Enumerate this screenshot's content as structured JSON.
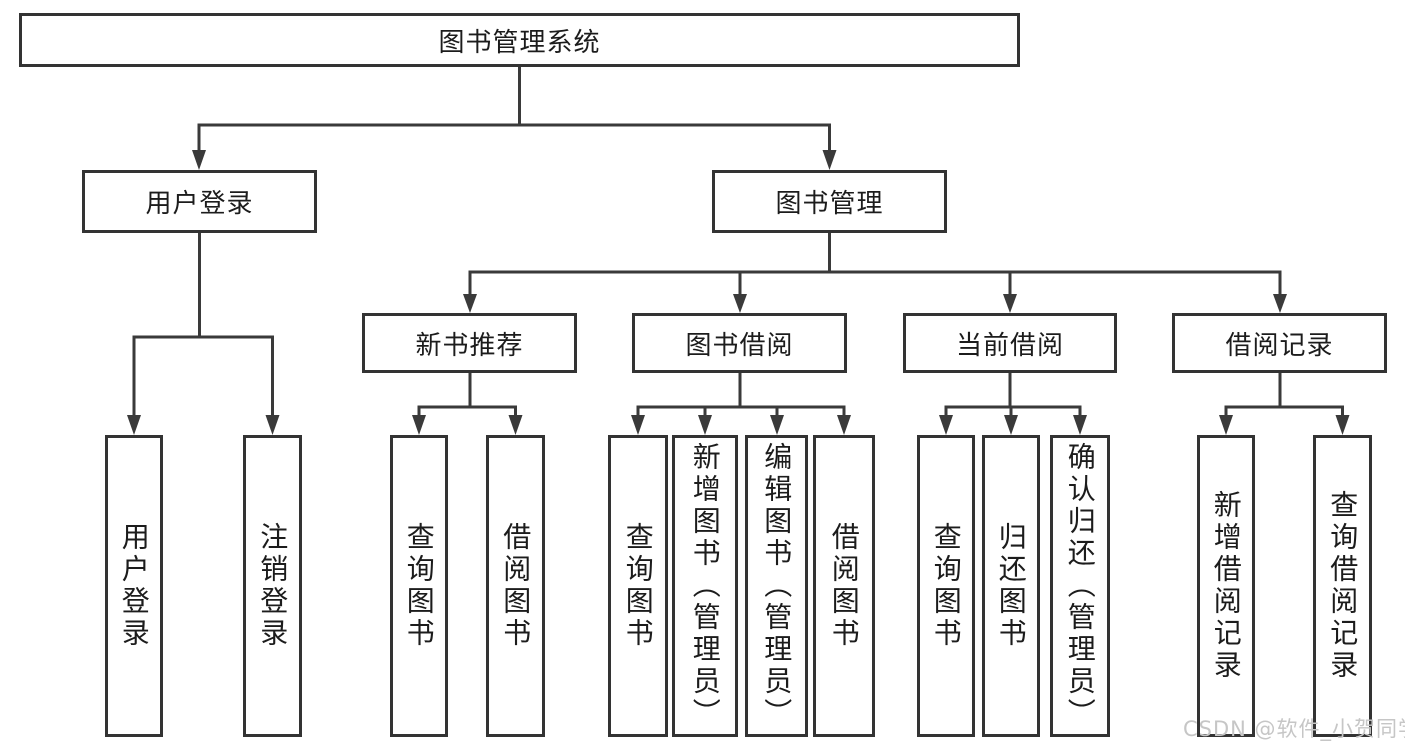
{
  "tree": {
    "label": "图书管理系统",
    "children": [
      {
        "label": "用户登录",
        "children": [
          {
            "label": "用户登录"
          },
          {
            "label": "注销登录"
          }
        ]
      },
      {
        "label": "图书管理",
        "children": [
          {
            "label": "新书推荐",
            "children": [
              {
                "label": "查询图书"
              },
              {
                "label": "借阅图书"
              }
            ]
          },
          {
            "label": "图书借阅",
            "children": [
              {
                "label": "查询图书"
              },
              {
                "label": "新增图书（管理员）"
              },
              {
                "label": "编辑图书（管理员）"
              },
              {
                "label": "借阅图书"
              }
            ]
          },
          {
            "label": "当前借阅",
            "children": [
              {
                "label": "查询图书"
              },
              {
                "label": "归还图书"
              },
              {
                "label": "确认归还（管理员）"
              }
            ]
          },
          {
            "label": "借阅记录",
            "children": [
              {
                "label": "新增借阅记录"
              },
              {
                "label": "查询借阅记录"
              }
            ]
          }
        ]
      }
    ]
  },
  "watermark": "CSDN @软件_小贺同学",
  "colors": {
    "line": "#3a3a3a",
    "border": "#333333",
    "text": "#1c1c1c",
    "watermark": "#c6c6c6"
  }
}
